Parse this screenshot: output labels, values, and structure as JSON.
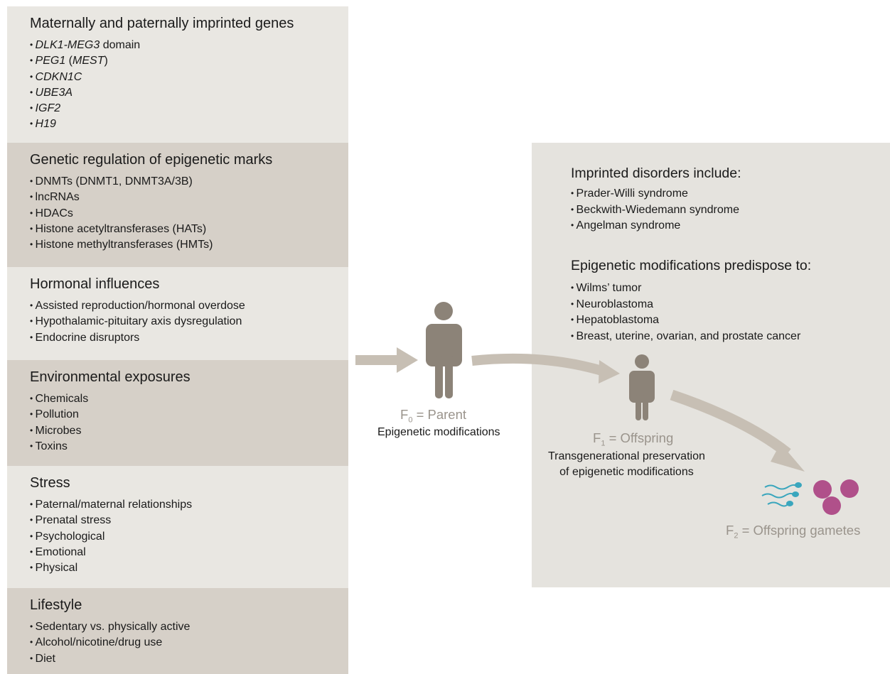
{
  "sections": [
    {
      "title": "Maternally and paternally imprinted genes",
      "style": "light",
      "height": 192,
      "items": [
        [
          {
            "t": "DLK1-MEG3",
            "i": true
          },
          {
            "t": " domain",
            "i": false
          }
        ],
        [
          {
            "t": "PEG1",
            "i": true
          },
          {
            "t": " (",
            "i": false
          },
          {
            "t": "MEST",
            "i": true
          },
          {
            "t": ")",
            "i": false
          }
        ],
        [
          {
            "t": "CDKN1C",
            "i": true
          }
        ],
        [
          {
            "t": "UBE3A",
            "i": true
          }
        ],
        [
          {
            "t": "IGF2",
            "i": true
          }
        ],
        [
          {
            "t": "H19",
            "i": true
          }
        ]
      ]
    },
    {
      "title": "Genetic regulation of epigenetic marks",
      "style": "dark",
      "height": 175,
      "items": [
        [
          {
            "t": "DNMTs (DNMT1, DNMT3A/3B)",
            "i": false
          }
        ],
        [
          {
            "t": "lncRNAs",
            "i": false
          }
        ],
        [
          {
            "t": "HDACs",
            "i": false
          }
        ],
        [
          {
            "t": "Histone acetyltransferases (HATs)",
            "i": false
          }
        ],
        [
          {
            "t": "Histone methyltransferases (HMTs)",
            "i": false
          }
        ]
      ]
    },
    {
      "title": "Hormonal influences",
      "style": "light",
      "height": 131,
      "items": [
        [
          {
            "t": "Assisted reproduction/hormonal overdose",
            "i": false
          }
        ],
        [
          {
            "t": "Hypothalamic-pituitary axis dysregulation",
            "i": false
          }
        ],
        [
          {
            "t": "Endocrine disruptors",
            "i": false
          }
        ]
      ]
    },
    {
      "title": "Environmental exposures",
      "style": "dark",
      "height": 149,
      "items": [
        [
          {
            "t": "Chemicals",
            "i": false
          }
        ],
        [
          {
            "t": "Pollution",
            "i": false
          }
        ],
        [
          {
            "t": "Microbes",
            "i": false
          }
        ],
        [
          {
            "t": "Toxins",
            "i": false
          }
        ]
      ]
    },
    {
      "title": "Stress",
      "style": "light",
      "height": 172,
      "items": [
        [
          {
            "t": "Paternal/maternal relationships",
            "i": false
          }
        ],
        [
          {
            "t": "Prenatal stress",
            "i": false
          }
        ],
        [
          {
            "t": "Psychological",
            "i": false
          }
        ],
        [
          {
            "t": "Emotional",
            "i": false
          }
        ],
        [
          {
            "t": "Physical",
            "i": false
          }
        ]
      ]
    },
    {
      "title": "Lifestyle",
      "style": "dark",
      "height": 121,
      "items": [
        [
          {
            "t": "Sedentary vs. physically active",
            "i": false
          }
        ],
        [
          {
            "t": "Alcohol/nicotine/drug use",
            "i": false
          }
        ],
        [
          {
            "t": "Diet",
            "i": false
          }
        ]
      ]
    }
  ],
  "parent": {
    "f": "F",
    "sub": "0",
    "label": " = Parent",
    "caption": "Epigenetic modifications"
  },
  "offspring": {
    "f": "F",
    "sub": "1",
    "label": " = Offspring",
    "caption_line1": "Transgenerational preservation",
    "caption_line2": "of epigenetic modifications"
  },
  "gametes": {
    "f": "F",
    "sub": "2",
    "label": " = Offspring gametes"
  },
  "right_panel": {
    "heading1": "Imprinted disorders include:",
    "list1": [
      "Prader-Willi syndrome",
      "Beckwith-Wiedemann syndrome",
      "Angelman syndrome"
    ],
    "heading2": "Epigenetic modifications predispose to:",
    "list2": [
      "Wilms’ tumor",
      "Neuroblastoma",
      "Hepatoblastoma",
      "Breast, uterine, ovarian, and prostate cancer"
    ]
  },
  "colors": {
    "figure": "#8c8378",
    "arrow": "#c7bfb4",
    "sperm": "#3aa6bd",
    "egg": "#b0508a",
    "panel_light": "#e9e7e2",
    "panel_dark": "#d6d0c8"
  }
}
